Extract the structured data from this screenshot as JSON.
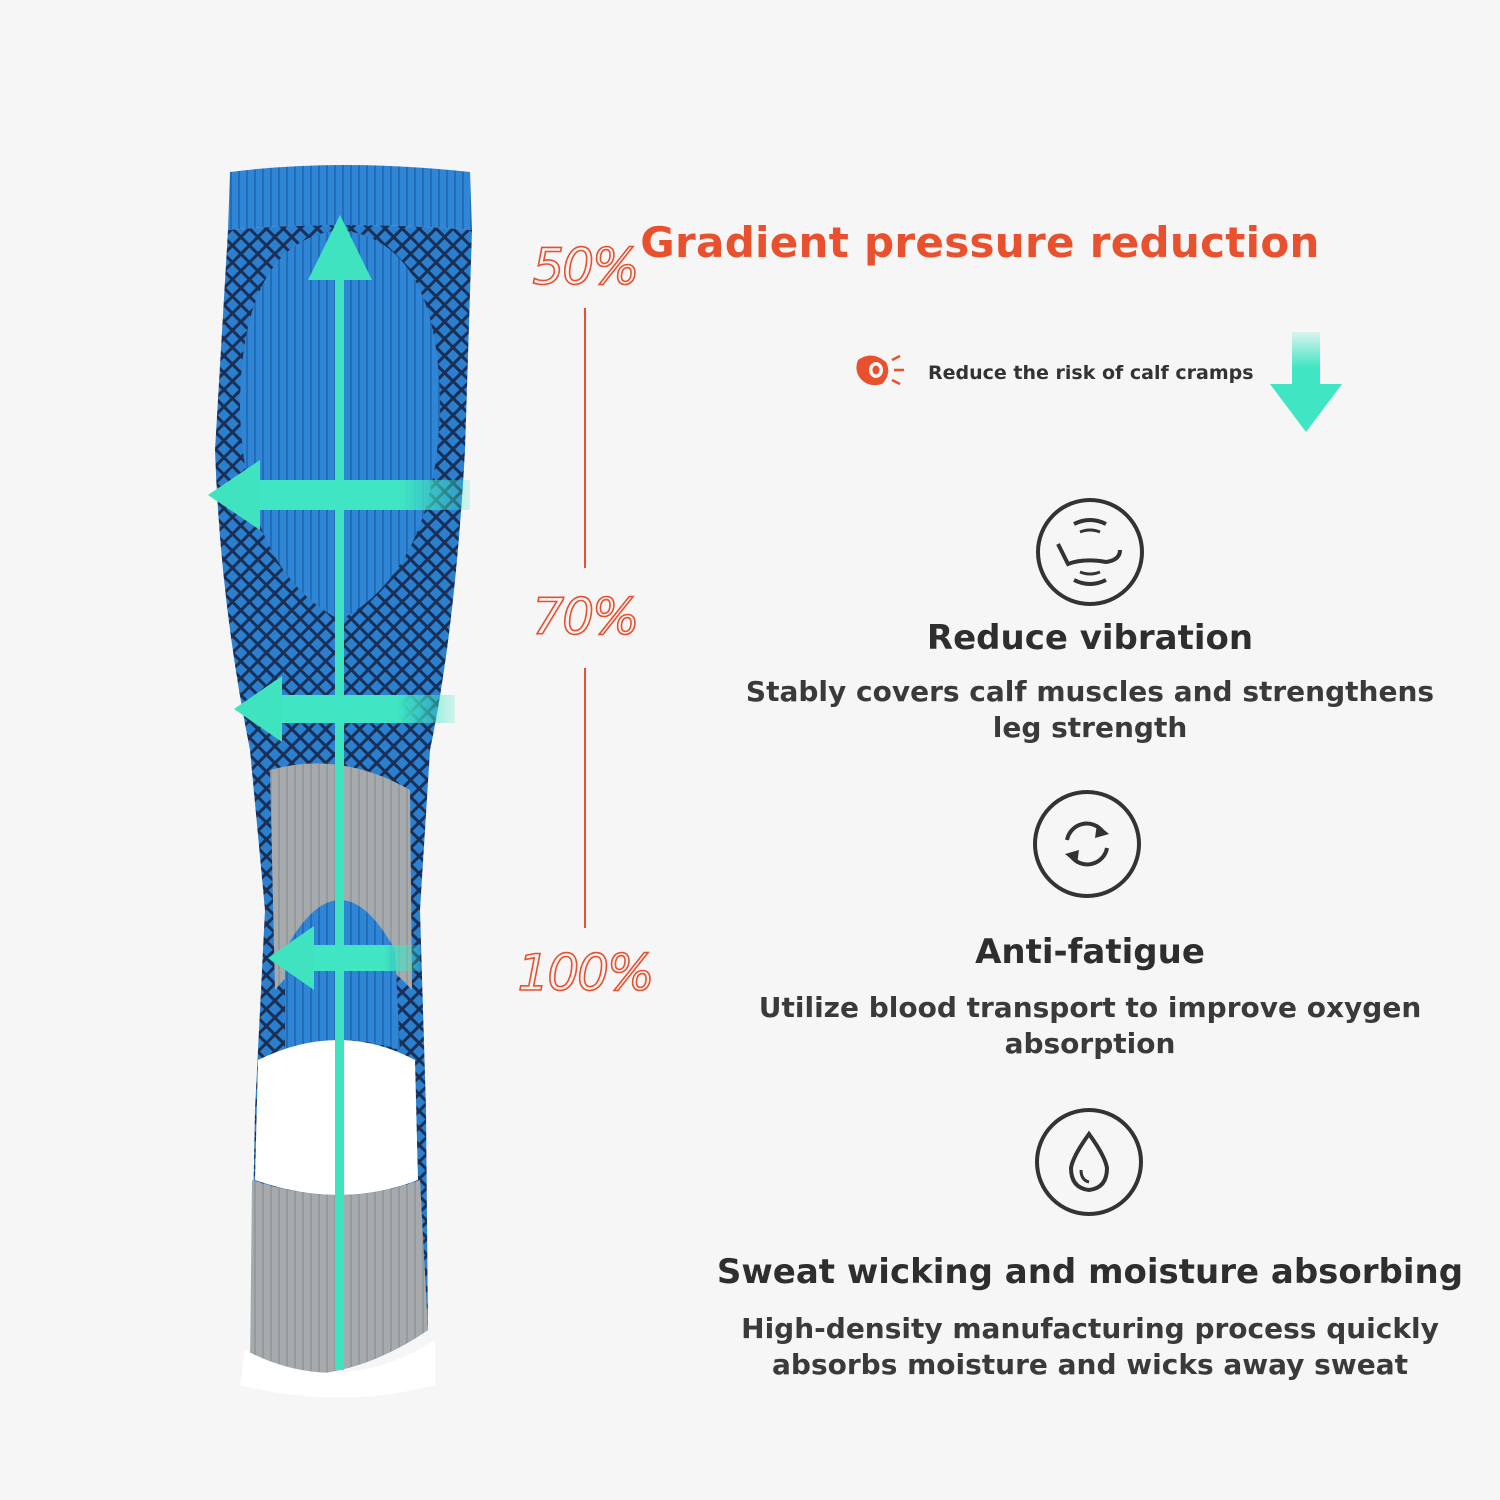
{
  "pressure_scale": {
    "top_label": "50%",
    "middle_label": "70%",
    "bottom_label": "100%"
  },
  "header": {
    "title": "Gradient pressure reduction",
    "note": "Reduce the risk of calf cramps",
    "note_icon": "calf-muscle-icon"
  },
  "features": [
    {
      "icon": "leg-vibration-icon",
      "heading": "Reduce vibration",
      "description_line1": "Stably covers calf muscles and strengthens",
      "description_line2": "leg strength"
    },
    {
      "icon": "circulation-arrows-icon",
      "heading": "Anti-fatigue",
      "description_line1": "Utilize blood transport to improve oxygen",
      "description_line2": "absorption"
    },
    {
      "icon": "water-drop-icon",
      "heading": "Sweat wicking and moisture absorbing",
      "description_line1": "High-density manufacturing process quickly",
      "description_line2": "absorbs moisture and wicks away sweat"
    }
  ],
  "colors": {
    "accent_orange": "#e8502e",
    "arrow_teal": "#3fe3c0",
    "sock_blue": "#2b7fd0",
    "sock_grey": "#9ea3a6"
  }
}
